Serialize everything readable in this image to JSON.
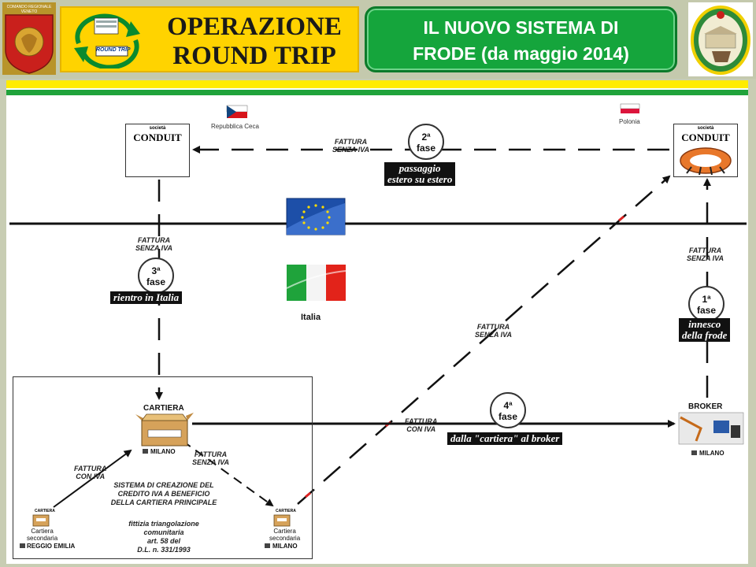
{
  "header": {
    "title_line1": "OPERAZIONE",
    "title_line2": "ROUND TRIP",
    "subtitle_line1": "IL NUOVO SISTEMA DI",
    "subtitle_line2": "FRODE (da maggio 2014)",
    "left_logo_text": "COMANDO REGIONALE VENETO",
    "round_trip_logo_text": "ROUND TRIP"
  },
  "countries": {
    "czech": "Repubblica Ceca",
    "poland": "Polonia",
    "italy": "Italia"
  },
  "entities": {
    "conduit_small": "società",
    "conduit_name": "CONDUIT",
    "cartiera": "CARTIERA",
    "broker": "BROKER",
    "milano": "MILANO",
    "sec_small": "CARTIERA",
    "sec_name_line1": "Cartiera",
    "sec_name_line2": "secondaria",
    "reggio": "REGGIO EMILIA"
  },
  "invoices": {
    "no_vat_line1": "FATTURA",
    "no_vat_line2": "SENZA IVA",
    "vat_line1": "FATTURA",
    "vat_line2": "CON IVA"
  },
  "phases": {
    "p1": "1ª",
    "p2": "2ª",
    "p3": "3ª",
    "p4": "4ª",
    "fase": "fase",
    "p1_label_line1": "innesco",
    "p1_label_line2": "della frode",
    "p2_label_line1": "passaggio",
    "p2_label_line2": "estero su estero",
    "p3_label": "rientro in Italia",
    "p4_label": "dalla \"cartiera\" al broker"
  },
  "notes": {
    "system_line1": "SISTEMA DI CREAZIONE DEL",
    "system_line2": "CREDITO IVA A BENEFICIO",
    "system_line3": "DELLA CARTIERA PRINCIPALE",
    "fict_line1": "fittizia triangolazione",
    "fict_line2": "comunitaria",
    "fict_line3": "art. 58 del",
    "fict_line4": "D.L. n. 331/1993"
  },
  "colors": {
    "title_yellow": "#ffd300",
    "subtitle_green": "#15a53c",
    "accent_bar_yellow": "#ffec00",
    "accent_bar_green": "#20a33b",
    "eu_blue": "#1d4fa8",
    "italy_green": "#1fa33b",
    "italy_red": "#e2231a",
    "conduit_orange": "#e8772a"
  }
}
